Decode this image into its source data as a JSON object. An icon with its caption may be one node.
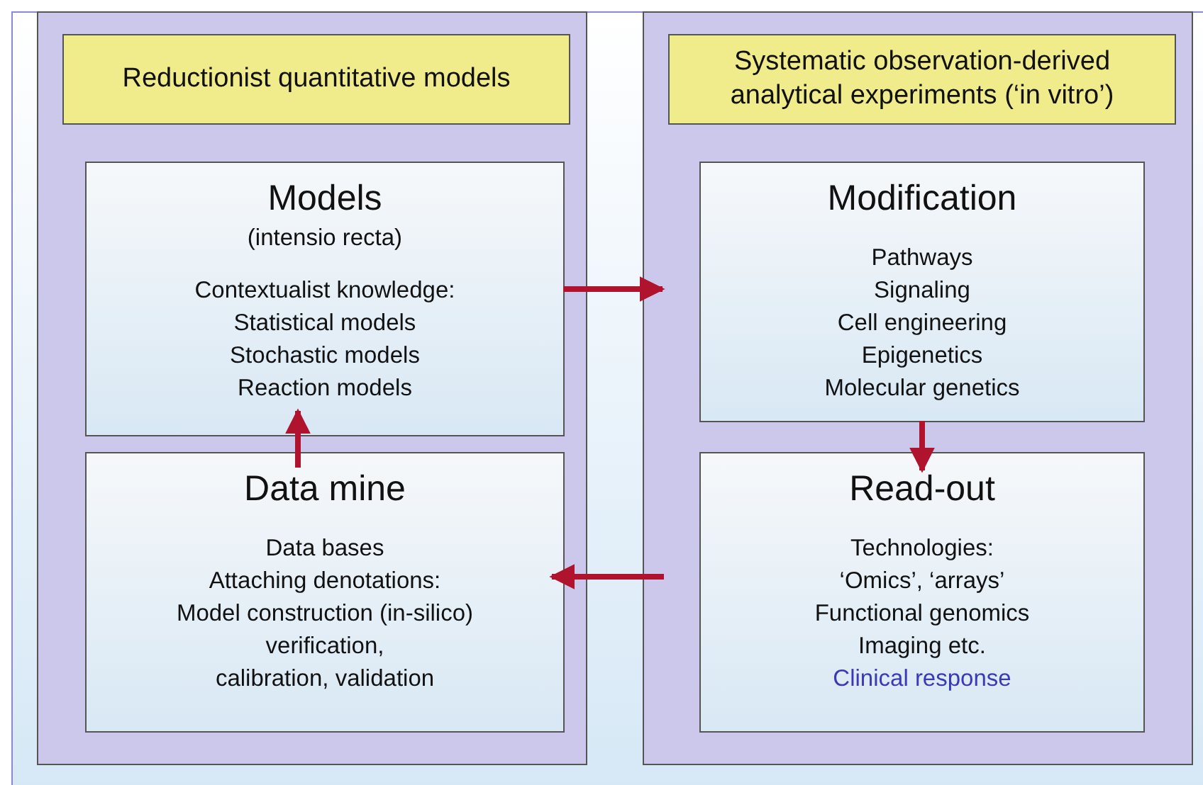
{
  "diagram": {
    "nodes": [
      {
        "text": [],
        "shape": "box"
      },
      {
        "text": [
          "Reductionist quantitative models"
        ],
        "in": 0
      },
      {
        "text": [
          "Models",
          "(intensio recta)",
          "Contextualist knowledge:",
          "Statistical models",
          "Stochastic models",
          "Reaction models"
        ],
        "in": 0
      },
      {
        "text": [
          "Data mine",
          "Data bases",
          "Attaching denotations:",
          "Model construction (in-silico)",
          "verification,",
          "calibration, validation"
        ],
        "in": 0
      },
      {
        "text": [],
        "shape": "box"
      },
      {
        "text": [
          "Systematic observation-derived analytical experiments (‘in vitro’)"
        ],
        "in": 4
      },
      {
        "text": [
          "Modification",
          "Pathways",
          "Signaling",
          "Cell engineering",
          "Epigenetics",
          "Molecular genetics"
        ],
        "in": 4
      },
      {
        "text": [
          "Read-out",
          "Technologies:",
          "‘Omics’, ‘arrays’",
          "Functional genomics",
          "Imaging etc.",
          "Clinical response"
        ],
        "in": 4
      }
    ],
    "edges": [
      {
        "from": 2,
        "to": 6,
        "arrow": "to"
      },
      {
        "from": 6,
        "to": 7,
        "arrow": "to"
      },
      {
        "from": 7,
        "to": 3,
        "arrow": "to"
      },
      {
        "from": 3,
        "to": 2,
        "arrow": "to"
      }
    ]
  }
}
